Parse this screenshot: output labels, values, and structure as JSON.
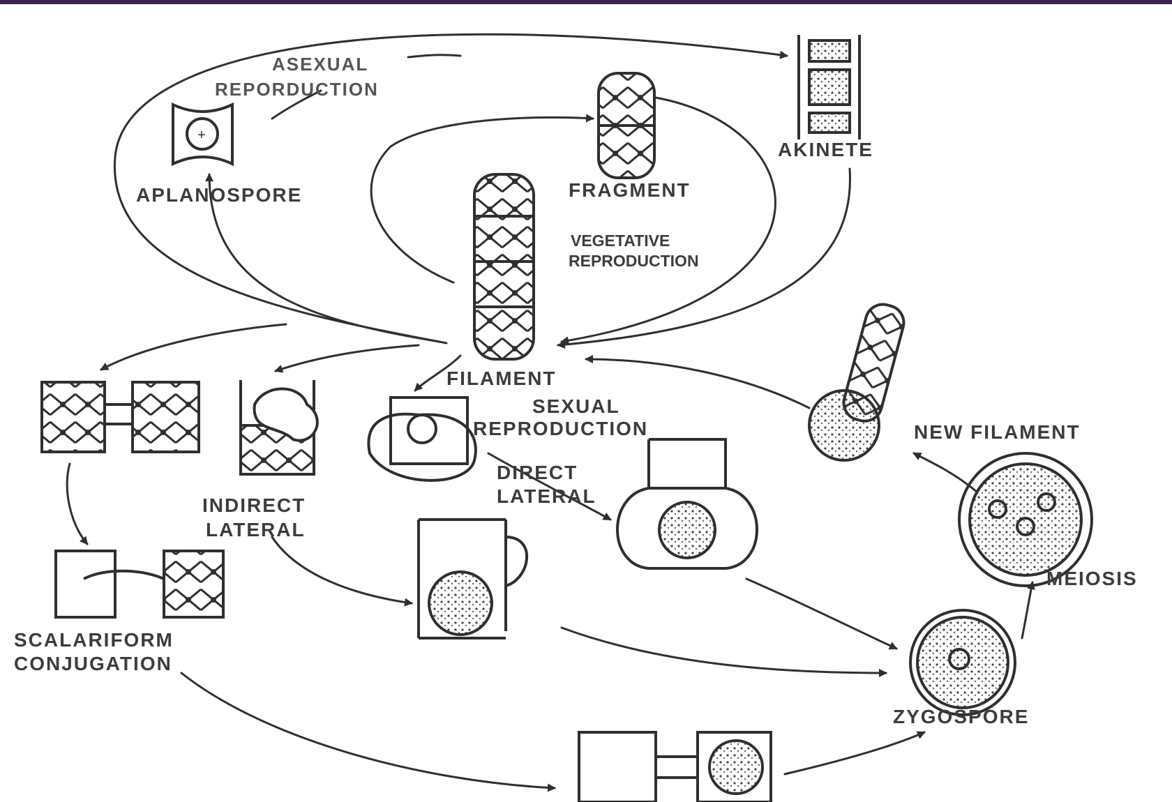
{
  "colors": {
    "ink": "#2f2f2f",
    "band": "#3a2350",
    "background": "#ffffff"
  },
  "labels": {
    "asexual_reproduction": [
      "ASEXUAL",
      "REPORDUCTION"
    ],
    "aplanospore": "APLANOSPORE",
    "fragment": "FRAGMENT",
    "akinete": "AKINETE",
    "vegetative_reproduction": [
      "VEGETATIVE",
      "REPRODUCTION"
    ],
    "filament": "FILAMENT",
    "sexual_reproduction": [
      "SEXUAL",
      "REPRODUCTION"
    ],
    "new_filament": "NEW FILAMENT",
    "direct_lateral": [
      "DIRECT",
      "LATERAL"
    ],
    "indirect_lateral": [
      "INDIRECT",
      "LATERAL"
    ],
    "meiosis": "MEIOSIS",
    "scalariform_conjugation": [
      "SCALARIFORM",
      "CONJUGATION"
    ],
    "zygospore": "ZYGOSPORE"
  }
}
